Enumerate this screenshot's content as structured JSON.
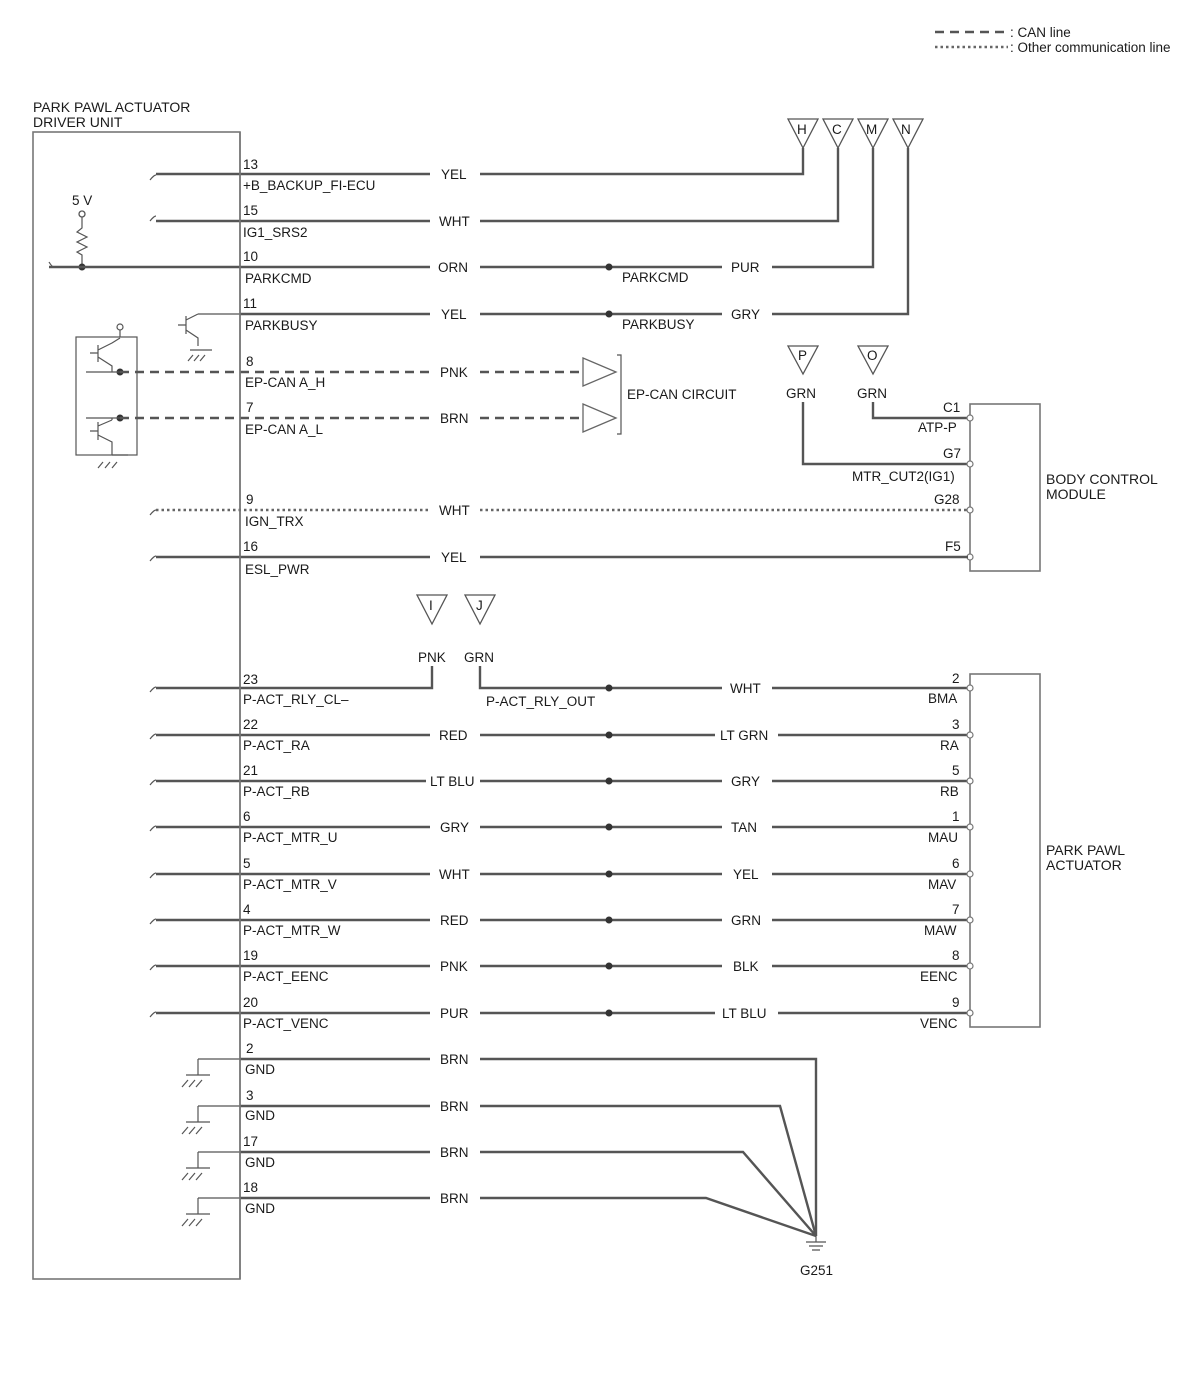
{
  "legend": {
    "can_line": ": CAN line",
    "other_line": ": Other communication line"
  },
  "driver_unit": {
    "line1": "PARK PAWL ACTUATOR",
    "line2": "DRIVER UNIT"
  },
  "supply_5v": "5 V",
  "pins": [
    {
      "pin": "13",
      "signal": "+B_BACKUP_FI-ECU",
      "color": "YEL"
    },
    {
      "pin": "15",
      "signal": "IG1_SRS2",
      "color": "WHT"
    },
    {
      "pin": "10",
      "signal": "PARKCMD",
      "color": "ORN",
      "color2": "PUR",
      "signal2": "PARKCMD"
    },
    {
      "pin": "11",
      "signal": "PARKBUSY",
      "color": "YEL",
      "color2": "GRY",
      "signal2": "PARKBUSY"
    },
    {
      "pin": "8",
      "signal": "EP-CAN A_H",
      "color": "PNK"
    },
    {
      "pin": "7",
      "signal": "EP-CAN A_L",
      "color": "BRN"
    },
    {
      "pin": "9",
      "signal": "IGN_TRX",
      "color": "WHT"
    },
    {
      "pin": "16",
      "signal": "ESL_PWR",
      "color": "YEL"
    }
  ],
  "connectors_top": [
    "H",
    "C",
    "M",
    "N"
  ],
  "ep_can_circuit": "EP-CAN CIRCUIT",
  "bcm": {
    "line1": "BODY CONTROL",
    "line2": "MODULE",
    "conn_p": "P",
    "conn_o": "O",
    "wire_p": "GRN",
    "wire_o": "GRN",
    "terminals": [
      {
        "pin": "C1",
        "signal": "ATP-P"
      },
      {
        "pin": "G7",
        "signal": "MTR_CUT2(IG1)"
      },
      {
        "pin": "G28",
        "signal": ""
      },
      {
        "pin": "F5",
        "signal": ""
      }
    ]
  },
  "relay": {
    "conn_i": "I",
    "conn_j": "J",
    "wire_i": "PNK",
    "wire_j": "GRN",
    "out_label": "P-ACT_RLY_OUT",
    "out_color": "WHT"
  },
  "actuator": {
    "line1": "PARK PAWL",
    "line2": "ACTUATOR",
    "rows": [
      {
        "pin": "23",
        "signal": "P-ACT_RLY_CL–",
        "color": "",
        "color2": "",
        "act_pin": "2",
        "act_sig": "BMA"
      },
      {
        "pin": "22",
        "signal": "P-ACT_RA",
        "color": "RED",
        "color2": "LT GRN",
        "act_pin": "3",
        "act_sig": "RA"
      },
      {
        "pin": "21",
        "signal": "P-ACT_RB",
        "color": "LT BLU",
        "color2": "GRY",
        "act_pin": "5",
        "act_sig": "RB"
      },
      {
        "pin": "6",
        "signal": "P-ACT_MTR_U",
        "color": "GRY",
        "color2": "TAN",
        "act_pin": "1",
        "act_sig": "MAU"
      },
      {
        "pin": "5",
        "signal": "P-ACT_MTR_V",
        "color": "WHT",
        "color2": "YEL",
        "act_pin": "6",
        "act_sig": "MAV"
      },
      {
        "pin": "4",
        "signal": "P-ACT_MTR_W",
        "color": "RED",
        "color2": "GRN",
        "act_pin": "7",
        "act_sig": "MAW"
      },
      {
        "pin": "19",
        "signal": "P-ACT_EENC",
        "color": "PNK",
        "color2": "BLK",
        "act_pin": "8",
        "act_sig": "EENC"
      },
      {
        "pin": "20",
        "signal": "P-ACT_VENC",
        "color": "PUR",
        "color2": "LT BLU",
        "act_pin": "9",
        "act_sig": "VENC"
      }
    ]
  },
  "grounds": [
    {
      "pin": "2",
      "signal": "GND",
      "color": "BRN"
    },
    {
      "pin": "3",
      "signal": "GND",
      "color": "BRN"
    },
    {
      "pin": "17",
      "signal": "GND",
      "color": "BRN"
    },
    {
      "pin": "18",
      "signal": "GND",
      "color": "BRN"
    }
  ],
  "ground_point": "G251"
}
